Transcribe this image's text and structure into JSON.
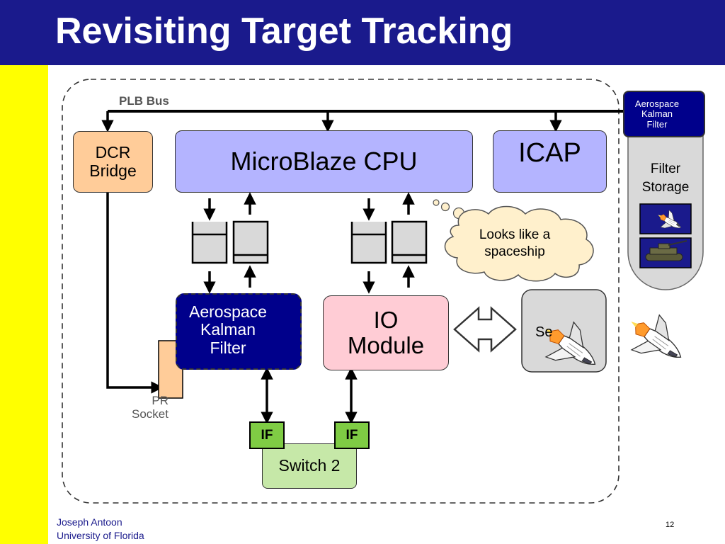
{
  "title": "Revisiting Target Tracking",
  "bus_label": "PLB Bus",
  "blocks": {
    "dcr_bridge": "DCR\nBridge",
    "cpu": "MicroBlaze CPU",
    "icap": "ICAP",
    "kalman_filter": "Aerospace\nKalman\nFilter",
    "io_module": "IO\nModule",
    "switch": "Switch 2",
    "if_left": "IF",
    "if_right": "IF",
    "pr_socket": "PR\nSocket",
    "partial_label": "Se"
  },
  "thought_bubble": "Looks like a\nspaceship",
  "filter_storage": {
    "label": "Filter\nStorage",
    "top_item": "Aerospace\nKalman\nFilter"
  },
  "footer": {
    "author": "Joseph Antoon",
    "affiliation": "University of Florida",
    "page_number": "12"
  },
  "icons": [
    "space-shuttle-icon",
    "tank-icon",
    "double-arrow-icon"
  ],
  "colors": {
    "title_bar": "#1a1a8c",
    "side_bar": "#ffff00",
    "cpu": "#b4b4ff",
    "dcr": "#ffcc99",
    "kalman": "#00008b",
    "io": "#ffccd5",
    "if_box": "#7fcc44",
    "switch": "#c6e8a8",
    "thought": "#fff0cc"
  }
}
